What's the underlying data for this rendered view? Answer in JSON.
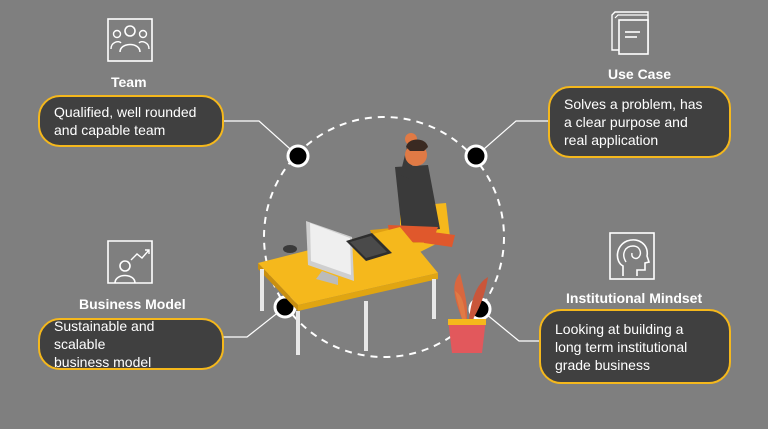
{
  "colors": {
    "background": "#7f7f7f",
    "pill_fill": "#404040",
    "accent": "#f5b81c",
    "line": "#ffffff"
  },
  "nodes": [
    {
      "id": "team",
      "title": "Team",
      "text": "Qualified, well rounded\nand capable team",
      "icon": "team-icon"
    },
    {
      "id": "use-case",
      "title": "Use Case",
      "text": "Solves a problem, has\na clear purpose and\nreal application",
      "icon": "document-stack-icon"
    },
    {
      "id": "business-model",
      "title": "Business Model",
      "text": "Sustainable and scalable\nbusiness model",
      "icon": "presentation-chart-icon"
    },
    {
      "id": "institutional-mindset",
      "title": "Institutional Mindset",
      "text": "Looking at building a\nlong term institutional\ngrade business",
      "icon": "head-brain-icon"
    }
  ],
  "illustration": "person-at-desk-celebrating"
}
